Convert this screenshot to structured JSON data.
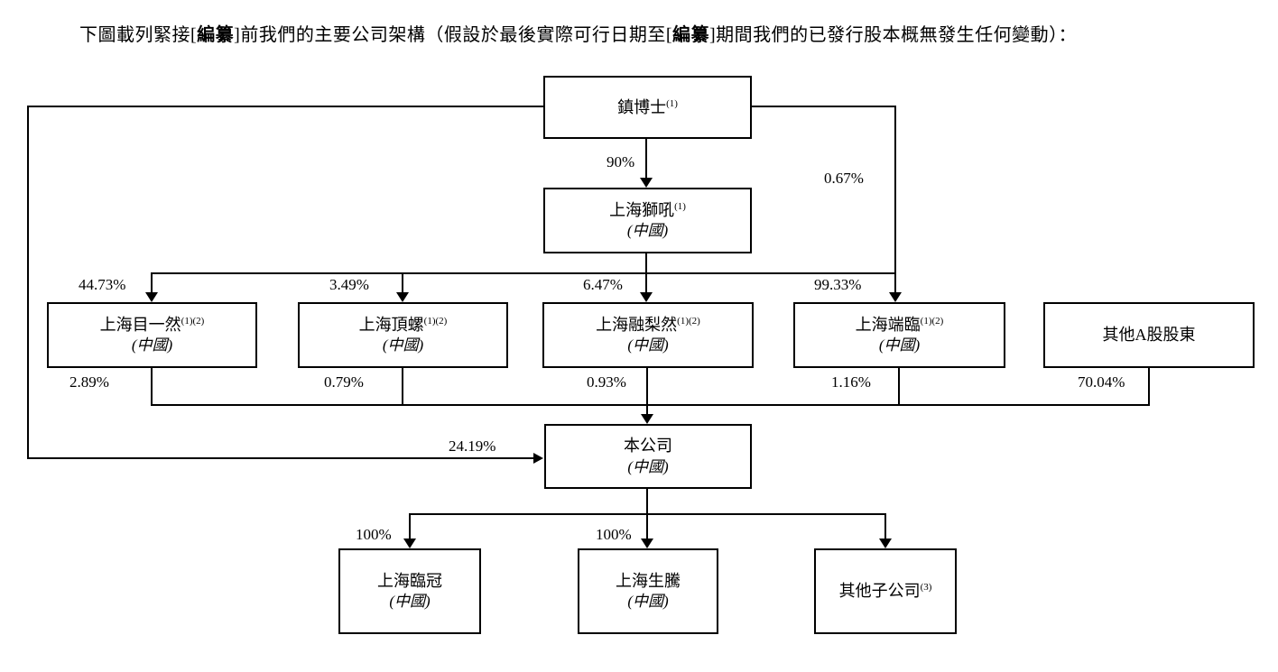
{
  "header": {
    "part1": "下圖載列緊接[",
    "bold1": "編纂",
    "part2": "]前我們的主要公司架構（假設於最後實際可行日期至[",
    "bold2": "編纂",
    "part3": "]期間我們的已發行股本概無發生任何變動）："
  },
  "nodes": {
    "zhen": {
      "name": "鎮博士",
      "sup": "(1)"
    },
    "shihou": {
      "name": "上海獅吼",
      "sup": "(1)",
      "region": "(中國)"
    },
    "muyiran": {
      "name": "上海目一然",
      "sup": "(1)(2)",
      "region": "(中國)"
    },
    "dingluo": {
      "name": "上海頂螺",
      "sup": "(1)(2)",
      "region": "(中國)"
    },
    "rongliran": {
      "name": "上海融梨然",
      "sup": "(1)(2)",
      "region": "(中國)"
    },
    "duanlin": {
      "name": "上海端臨",
      "sup": "(1)(2)",
      "region": "(中國)"
    },
    "other_a": {
      "name": "其他A股股東"
    },
    "company": {
      "name": "本公司",
      "region": "(中國)"
    },
    "linguan": {
      "name": "上海臨冠",
      "region": "(中國)"
    },
    "shengteng": {
      "name": "上海生騰",
      "region": "(中國)"
    },
    "other_sub": {
      "name": "其他子公司",
      "sup": "(3)"
    }
  },
  "labels": {
    "p90": "90%",
    "p067": "0.67%",
    "p4473": "44.73%",
    "p349": "3.49%",
    "p647": "6.47%",
    "p9933": "99.33%",
    "p289": "2.89%",
    "p079": "0.79%",
    "p093": "0.93%",
    "p116": "1.16%",
    "p7004": "70.04%",
    "p2419": "24.19%",
    "p100_linguan": "100%",
    "p100_shengteng": "100%"
  },
  "edges": [
    {
      "from": "zhen",
      "to": "shihou",
      "label": "90%"
    },
    {
      "from": "zhen",
      "to": "duanlin",
      "label": "0.67%"
    },
    {
      "from": "zhen",
      "to": "company",
      "label": "24.19%"
    },
    {
      "from": "shihou",
      "to": "muyiran",
      "label": "44.73%"
    },
    {
      "from": "shihou",
      "to": "dingluo",
      "label": "3.49%"
    },
    {
      "from": "shihou",
      "to": "rongliran",
      "label": "6.47%"
    },
    {
      "from": "shihou",
      "to": "duanlin",
      "label": "99.33%"
    },
    {
      "from": "muyiran",
      "to": "company",
      "label": "2.89%"
    },
    {
      "from": "dingluo",
      "to": "company",
      "label": "0.79%"
    },
    {
      "from": "rongliran",
      "to": "company",
      "label": "0.93%"
    },
    {
      "from": "duanlin",
      "to": "company",
      "label": "1.16%"
    },
    {
      "from": "other_a",
      "to": "company",
      "label": "70.04%"
    },
    {
      "from": "company",
      "to": "linguan",
      "label": "100%"
    },
    {
      "from": "company",
      "to": "shengteng",
      "label": "100%"
    },
    {
      "from": "company",
      "to": "other_sub",
      "label": ""
    }
  ],
  "colors": {
    "line": "#000000",
    "text": "#000000",
    "background": "#ffffff"
  }
}
